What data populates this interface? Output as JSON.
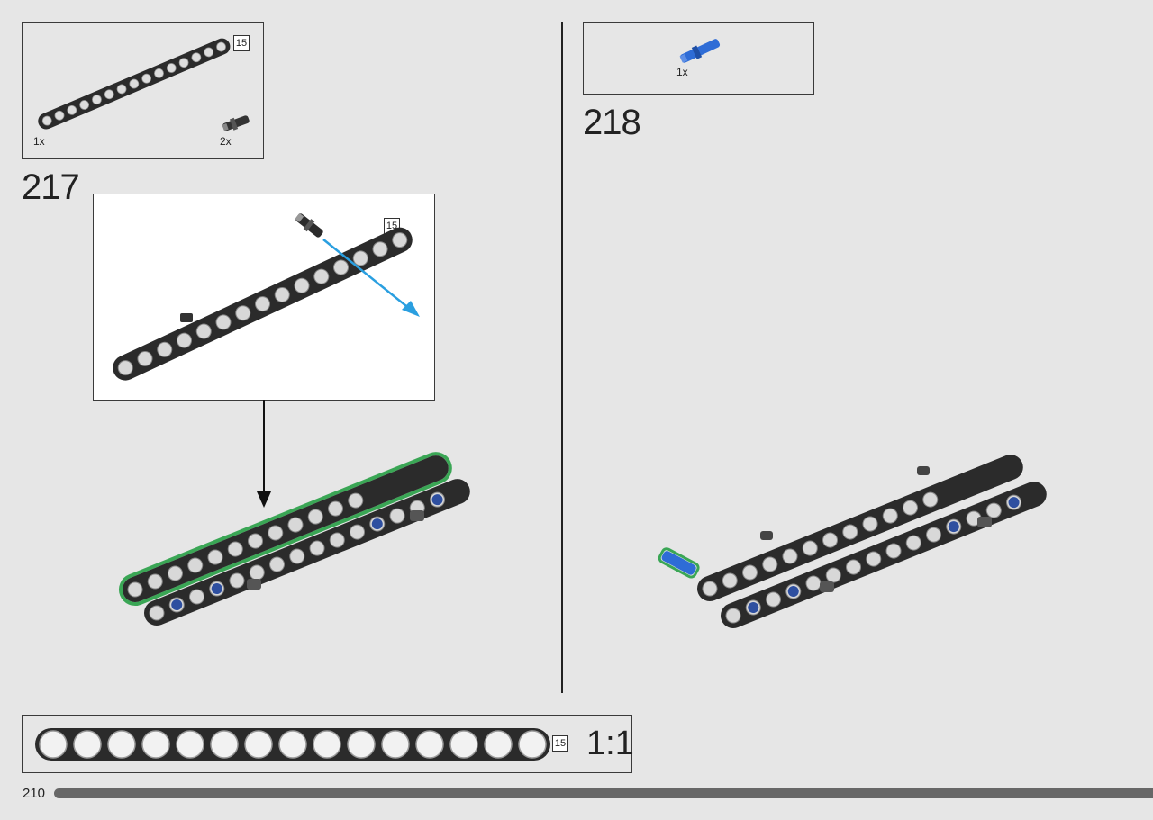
{
  "step217": {
    "number": "217",
    "parts_list": [
      {
        "icon": "black-15-beam-icon",
        "qty": "1x"
      },
      {
        "icon": "black-pin-icon",
        "qty": "2x"
      }
    ],
    "parts_beam_badge": "15",
    "callout_badge": "15"
  },
  "step218": {
    "number": "218",
    "parts_list": [
      {
        "icon": "blue-axle-pin-icon",
        "qty": "1x"
      }
    ]
  },
  "scale_box": {
    "badge": "15",
    "scale": "1:1",
    "hole_count": 15
  },
  "footer": {
    "page_number": "210",
    "progress_percent": 100
  },
  "colors": {
    "background": "#e6e6e6",
    "beam": "#2b2b2b",
    "highlight": "#3aa655",
    "pin_blue": "#2e6cd6",
    "arrow_blue": "#2a9fe0",
    "progress": "#676767"
  }
}
